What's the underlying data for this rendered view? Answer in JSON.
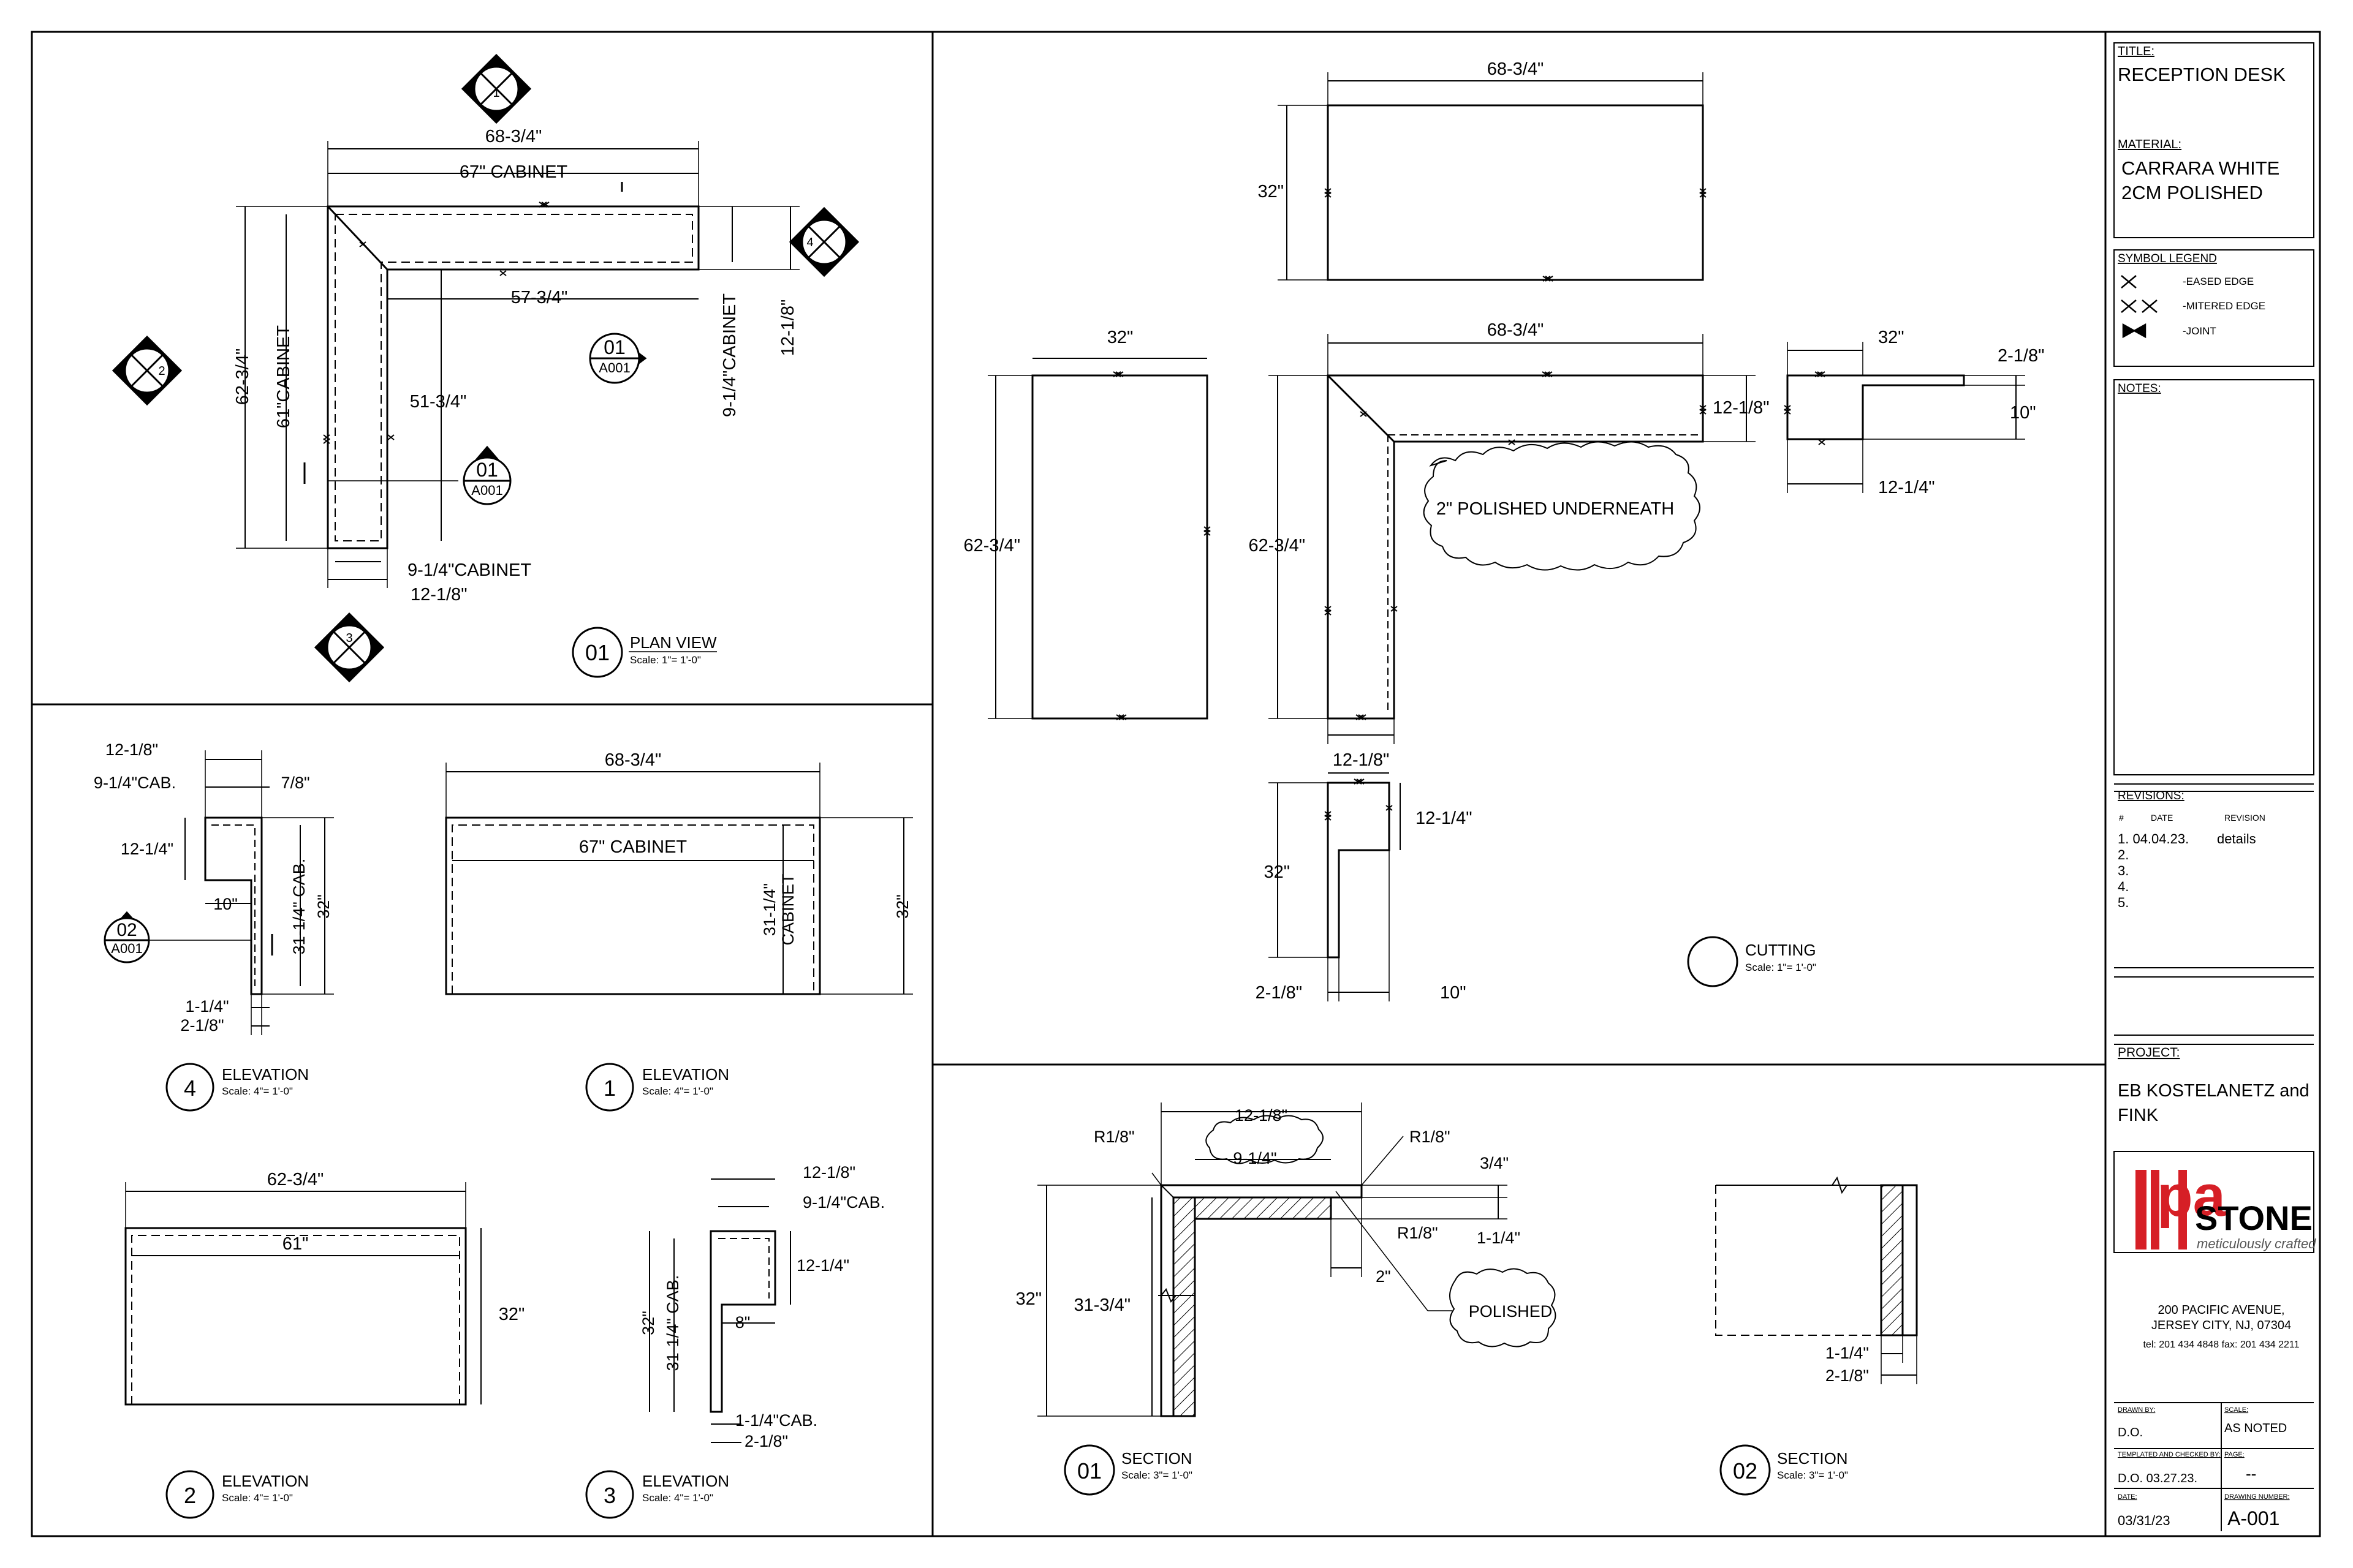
{
  "title_block": {
    "title_label": "TITLE:",
    "title": "RECEPTION DESK",
    "material_label": "MATERIAL:",
    "material_line1": "CARRARA WHITE",
    "material_line2": "2CM POLISHED",
    "legend_label": "SYMBOL LEGEND",
    "legend": [
      "-EASED EDGE",
      "-MITERED EDGE",
      "-JOINT"
    ],
    "notes_label": "NOTES:",
    "revisions_label": "REVISIONS:",
    "rev_col_num": "#",
    "rev_col_date": "DATE",
    "rev_col_rev": "REVISION",
    "revisions": [
      "1.  04.04.23.",
      "2.",
      "3.",
      "4.",
      "5."
    ],
    "revision_detail": "details",
    "project_label": "PROJECT:",
    "project_line1": "EB KOSTELANETZ and",
    "project_line2": "FINK",
    "logo_pa": "pa",
    "logo_stone": "STONE",
    "logo_tagline": "meticulously crafted",
    "address1": "200 PACIFIC AVENUE,",
    "address2": "JERSEY CITY, NJ, 07304",
    "phone": "tel: 201 434 4848   fax: 201 434 2211",
    "drawn_by_label": "DRAWN BY:",
    "drawn_by": "D.O.",
    "scale_label": "SCALE:",
    "scale": "AS NOTED",
    "checked_label": "TEMPLATED AND CHECKED BY:",
    "checked": "D.O.  03.27.23.",
    "page_label": "PAGE:",
    "page": "--",
    "date_label": "DATE:",
    "date": "03/31/23",
    "drawing_number_label": "DRAWING NUMBER:",
    "drawing_number": "A-001"
  },
  "plan_view": {
    "d_total": "68-3/4\"",
    "d_cabinet": "67\" CABINET",
    "d_inner": "57-3/4\"",
    "d_left_total": "62-3/4\"",
    "d_left_cab": "61\"CABINET",
    "d_inner_v": "51-3/4\"",
    "d_right_cab": "9-1/4\"CABINET",
    "d_right": "12-1/8\"",
    "d_bottom_cab": "9-1/4\"CABINET",
    "d_bottom": "12-1/8\"",
    "tag1_num": "01",
    "tag1_ref": "A001",
    "tag2_num": "01",
    "tag2_ref": "A001",
    "view_num": "01",
    "view_title": "PLAN VIEW",
    "view_scale": "Scale:  1\"= 1'-0\"",
    "marker1": "1",
    "marker2": "2",
    "marker3": "3",
    "marker4": "4"
  },
  "elev4": {
    "d_top": "12-1/8\"",
    "d_cab": "9-1/4\"CAB.",
    "d_78": "7/8\"",
    "d_1214": "12-1/4\"",
    "d_10": "10\"",
    "d_cab_h": "31-1/4\" CAB.",
    "d_32": "32\"",
    "d_114": "1-1/4\"",
    "d_218": "2-1/8\"",
    "tag_num": "02",
    "tag_ref": "A001",
    "view_num": "4",
    "view_title": "ELEVATION",
    "view_scale": "Scale:  4\"= 1'-0\""
  },
  "elev1": {
    "d_total": "68-3/4\"",
    "d_cab": "67\" CABINET",
    "d_cab_h1": "31-1/4\"",
    "d_cab_h2": "CABINET",
    "d_32": "32\"",
    "view_num": "1",
    "view_title": "ELEVATION",
    "view_scale": "Scale:  4\"= 1'-0\""
  },
  "elev2": {
    "d_total": "62-3/4\"",
    "d_61": "61\"",
    "d_32": "32\"",
    "view_num": "2",
    "view_title": "ELEVATION",
    "view_scale": "Scale:  4\"= 1'-0\""
  },
  "elev3": {
    "d_top": "12-1/8\"",
    "d_cab": "9-1/4\"CAB.",
    "d_1214": "12-1/4\"",
    "d_8": "8\"",
    "d_32": "32\"",
    "d_cab_h": "31-1/4\" CAB.",
    "d_114": "1-1/4\"CAB.",
    "d_218": "2-1/8\"",
    "view_num": "3",
    "view_title": "ELEVATION",
    "view_scale": "Scale:  4\"= 1'-0\""
  },
  "cutting": {
    "p1_w": "68-3/4\"",
    "p1_h": "32\"",
    "p2_w": "32\"",
    "p2_h": "62-3/4\"",
    "p3_w": "68-3/4\"",
    "p3_h": "62-3/4\"",
    "p3_r": "12-1/8\"",
    "p3_b": "12-1/8\"",
    "cloud": "2\" POLISHED UNDERNEATH",
    "p4_w": "32\"",
    "p4_a": "2-1/8\"",
    "p4_b": "10\"",
    "p4_c": "12-1/4\"",
    "p5_a": "12-1/4\"",
    "p5_b": "32\"",
    "p5_c": "2-1/8\"",
    "p5_d": "10\"",
    "view_title": "CUTTING",
    "view_scale": "Scale:  1\"= 1'-0\""
  },
  "section1": {
    "d_1218": "12-1/8\"",
    "d_914": "9-1/4\"",
    "r1": "R1/8\"",
    "r2": "R1/8\"",
    "r3": "R1/8\"",
    "d_34": "3/4\"",
    "d_114": "1-1/4\"",
    "d_2": "2\"",
    "d_32": "32\"",
    "d_3134": "31-3/4\"",
    "cloud": "POLISHED",
    "view_num": "01",
    "view_title": "SECTION",
    "view_scale": "Scale:  3\"= 1'-0\""
  },
  "section2": {
    "d_114": "1-1/4\"",
    "d_218": "2-1/8\"",
    "view_num": "02",
    "view_title": "SECTION",
    "view_scale": "Scale:  3\"= 1'-0\""
  }
}
